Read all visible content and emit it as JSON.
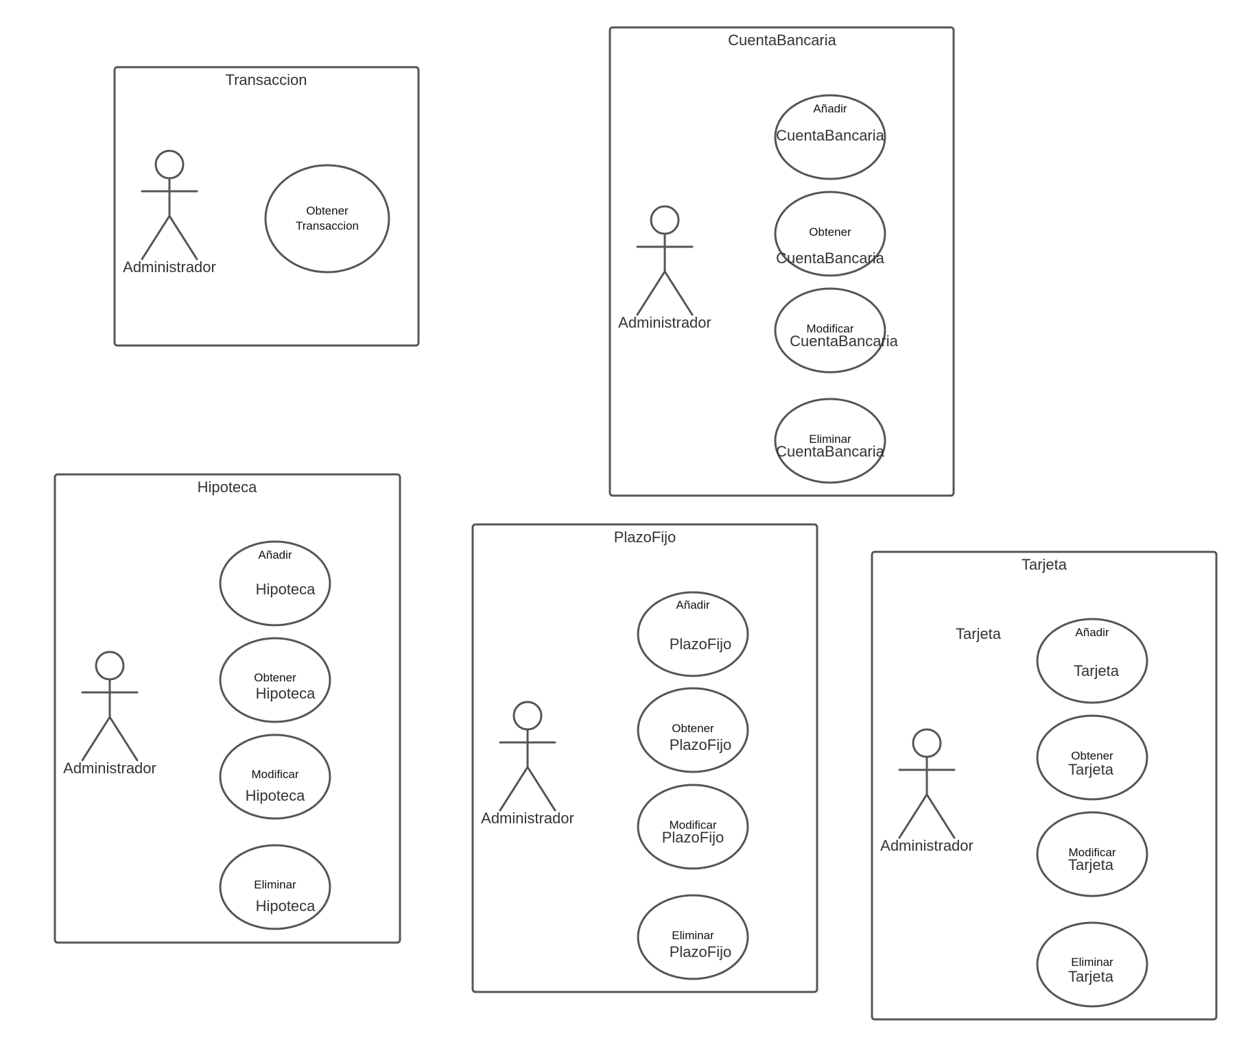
{
  "diagram": {
    "transaccion": {
      "title": "Transaccion",
      "actor": "Administrador",
      "use_cases": [
        {
          "verb": "Obtener",
          "entity": "Transaccion"
        }
      ]
    },
    "cuenta_bancaria": {
      "title": "CuentaBancaria",
      "actor": "Administrador",
      "use_cases": [
        {
          "verb": "Añadir",
          "entity": "CuentaBancaria"
        },
        {
          "verb": "Obtener",
          "entity": "CuentaBancaria"
        },
        {
          "verb": "Modificar",
          "entity": "CuentaBancaria"
        },
        {
          "verb": "Eliminar",
          "entity": "CuentaBancaria"
        }
      ]
    },
    "hipoteca": {
      "title": "Hipoteca",
      "actor": "Administrador",
      "use_cases": [
        {
          "verb": "Añadir",
          "entity": "Hipoteca"
        },
        {
          "verb": "Obtener",
          "entity": "Hipoteca"
        },
        {
          "verb": "Modificar",
          "entity": "Hipoteca"
        },
        {
          "verb": "Eliminar",
          "entity": "Hipoteca"
        }
      ]
    },
    "plazo_fijo": {
      "title": "PlazoFijo",
      "actor": "Administrador",
      "use_cases": [
        {
          "verb": "Añadir",
          "entity": "PlazoFijo"
        },
        {
          "verb": "Obtener",
          "entity": "PlazoFijo"
        },
        {
          "verb": "Modificar",
          "entity": "PlazoFijo"
        },
        {
          "verb": "Eliminar",
          "entity": "PlazoFijo"
        }
      ]
    },
    "tarjeta": {
      "title": "Tarjeta",
      "loose_label": "Tarjeta",
      "actor": "Administrador",
      "use_cases": [
        {
          "verb": "Añadir",
          "entity": "Tarjeta"
        },
        {
          "verb": "Obtener",
          "entity": "Tarjeta"
        },
        {
          "verb": "Modificar",
          "entity": "Tarjeta"
        },
        {
          "verb": "Eliminar",
          "entity": "Tarjeta"
        }
      ]
    }
  }
}
